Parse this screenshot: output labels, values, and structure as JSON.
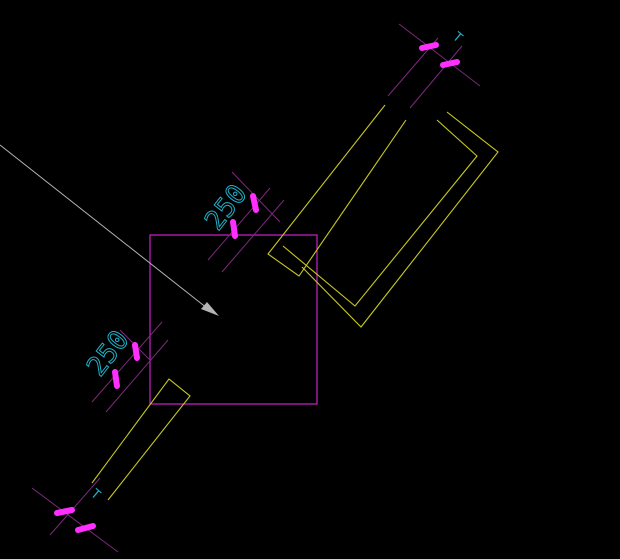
{
  "colors": {
    "background": "#000000",
    "wall": "#c8c820",
    "magenta": "#cc20cc",
    "tick": "#ff30ff",
    "cyan": "#20b0c8",
    "leader": "#b4b4b4",
    "extension": "#7a2a7a"
  },
  "dimensions": [
    {
      "label": "250"
    },
    {
      "label": "250"
    }
  ],
  "end_markers": [
    {
      "label": "T"
    },
    {
      "label": "T"
    }
  ]
}
